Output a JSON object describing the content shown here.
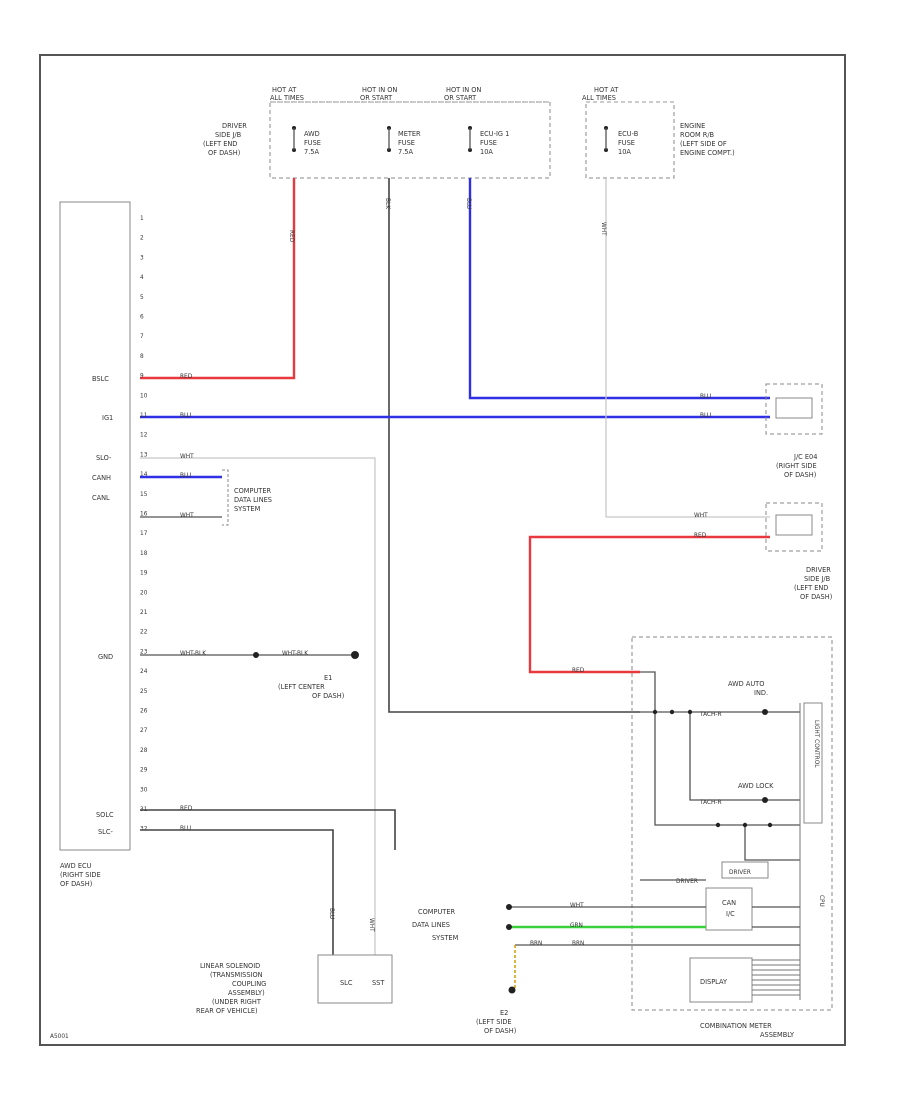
{
  "fuses": [
    {
      "hot": [
        "HOT AT",
        "ALL TIMES"
      ],
      "label": [
        "AWD",
        "FUSE",
        "7.5A"
      ]
    },
    {
      "hot": [
        "HOT IN ON",
        "OR START"
      ],
      "label": [
        "METER",
        "FUSE",
        "7.5A"
      ]
    },
    {
      "hot": [
        "HOT IN ON",
        "OR START"
      ],
      "label": [
        "ECU-IG 1",
        "FUSE",
        "10A"
      ]
    },
    {
      "hot": [
        "HOT AT",
        "ALL TIMES"
      ],
      "label": [
        "ECU-B",
        "FUSE",
        "10A"
      ]
    }
  ],
  "locations": {
    "driver_jb_top": [
      "DRIVER",
      "SIDE J/B",
      "(LEFT END",
      "OF DASH)"
    ],
    "engine_room": [
      "ENGINE",
      "ROOM R/B",
      "(LEFT SIDE OF",
      "ENGINE COMPT.)"
    ],
    "jc_right": [
      "J/C E04",
      "(RIGHT SIDE",
      "OF DASH)"
    ],
    "driver_jb_right": [
      "DRIVER",
      "SIDE J/B",
      "(LEFT END",
      "OF DASH)"
    ],
    "e1_ground": [
      "E1",
      "(LEFT CENTER",
      "OF DASH)"
    ],
    "e2_ground": [
      "E2",
      "(LEFT SIDE",
      "OF DASH)"
    ]
  },
  "ecu": {
    "caption": [
      "AWD ECU",
      "(RIGHT SIDE",
      "OF DASH)"
    ],
    "pins": [
      "1",
      "2",
      "3",
      "4",
      "5",
      "6",
      "7",
      "8",
      "9",
      "10",
      "11",
      "12",
      "13",
      "14",
      "15",
      "16",
      "17",
      "18",
      "19",
      "20",
      "21",
      "22",
      "23",
      "24",
      "25",
      "26",
      "27",
      "28",
      "29",
      "30",
      "31",
      "32"
    ],
    "labels": {
      "bslc": "BSLC",
      "ig1": "IG1",
      "slo": "SLO-",
      "canh": "CANH",
      "canl": "CANL",
      "gnd": "GND",
      "solc": "SOLC",
      "slc": "SLC-"
    }
  },
  "wire_colors": {
    "red": "RED",
    "blu": "BLU",
    "wht": "WHT",
    "wht_blk": "WHT-BLK",
    "blk": "BLK",
    "grn": "GRN",
    "brn": "BRN",
    "wht_blk_short": "WHT-BLK"
  },
  "computer_data_lines": [
    "COMPUTER",
    "DATA LINES",
    "SYSTEM"
  ],
  "solenoid": {
    "caption": [
      "LINEAR SOLENOID",
      "(TRANSMISSION",
      "COUPLING",
      "ASSEMBLY)",
      "(UNDER RIGHT",
      "REAR OF VEHICLE)"
    ],
    "pins": [
      "SLC",
      "SST"
    ]
  },
  "meter": {
    "caption": [
      "COMBINATION METER",
      "ASSEMBLY"
    ],
    "awd_auto": [
      "AWD AUTO",
      "IND."
    ],
    "awd_lock": "AWD LOCK",
    "can_ic": [
      "CAN",
      "I/C"
    ],
    "display": "DISPLAY",
    "side": "LIGHT CONTROL",
    "cpu": "CPU",
    "driver": "DRIVER",
    "switch": "TACH-R"
  },
  "footer_code": "A5001"
}
